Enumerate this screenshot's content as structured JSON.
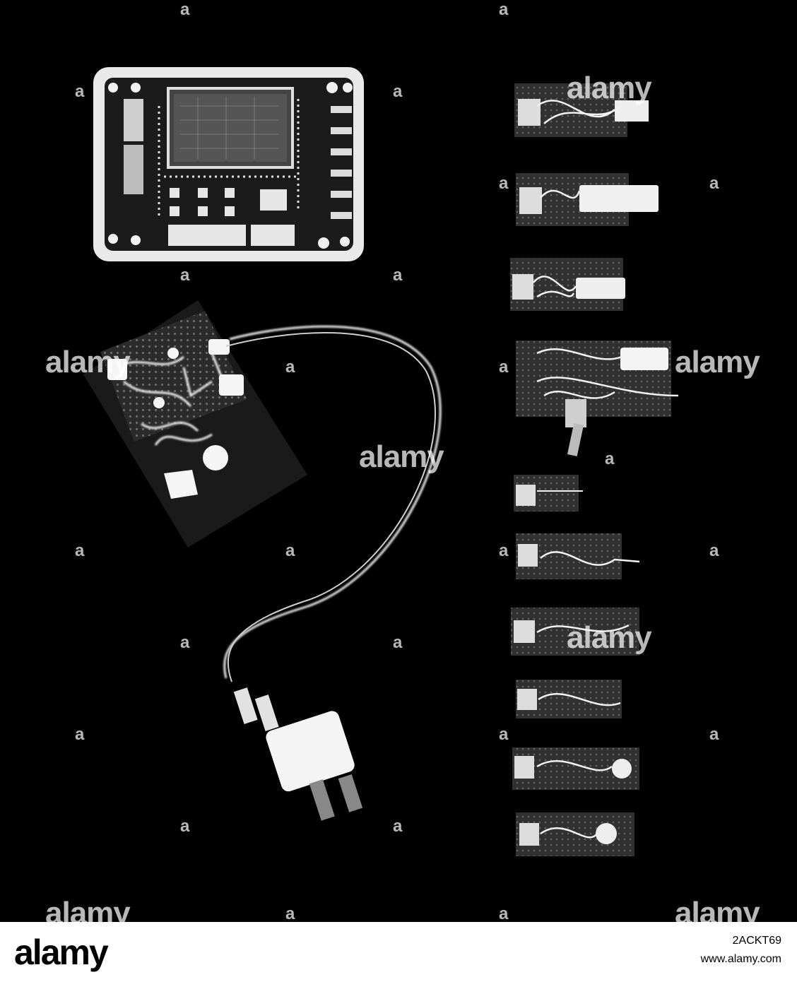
{
  "photo": {
    "subject": "X-ray of electronic circuit boards and jack modules",
    "colors": {
      "background": "#000000",
      "xray_white": "#f2f2f2",
      "board_grey": "#2a2a2a",
      "footer_bg": "#ffffff"
    }
  },
  "watermark": {
    "text": "alamy",
    "small_mark": "a"
  },
  "footer": {
    "logo": "alamy",
    "image_id": "2ACKT69",
    "url": "www.alamy.com"
  }
}
